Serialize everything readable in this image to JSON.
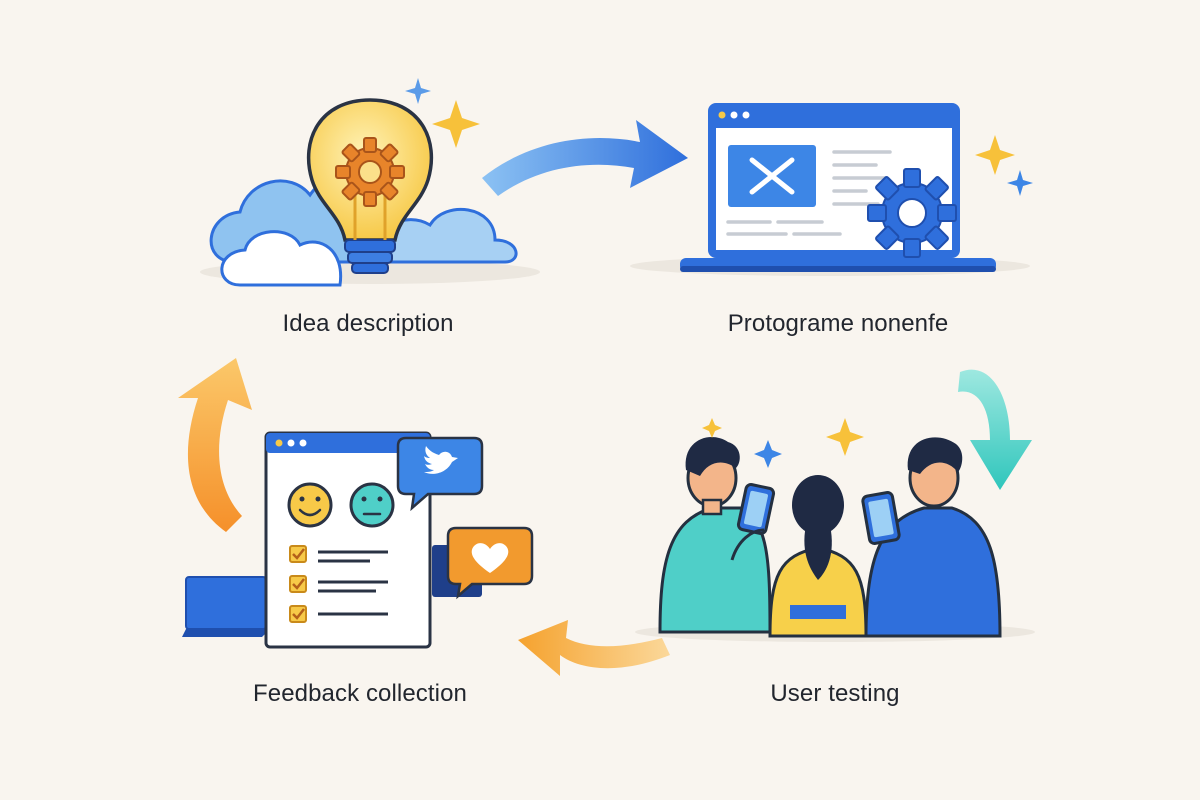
{
  "steps": [
    {
      "id": "idea",
      "label": "Idea description",
      "icon": "lightbulb-gear-icon"
    },
    {
      "id": "prototype",
      "label": "Protograme nonenfe",
      "icon": "laptop-gear-icon"
    },
    {
      "id": "testing",
      "label": "User testing",
      "icon": "people-with-phones-icon"
    },
    {
      "id": "feedback",
      "label": "Feedback collection",
      "icon": "feedback-form-icon"
    }
  ],
  "colors": {
    "background": "#f9f5ef",
    "blue": "#2f6fdc",
    "light_blue": "#7ab7ee",
    "teal": "#3ecfc7",
    "orange": "#f29a2e",
    "yellow": "#f7c948",
    "text": "#22262e"
  }
}
